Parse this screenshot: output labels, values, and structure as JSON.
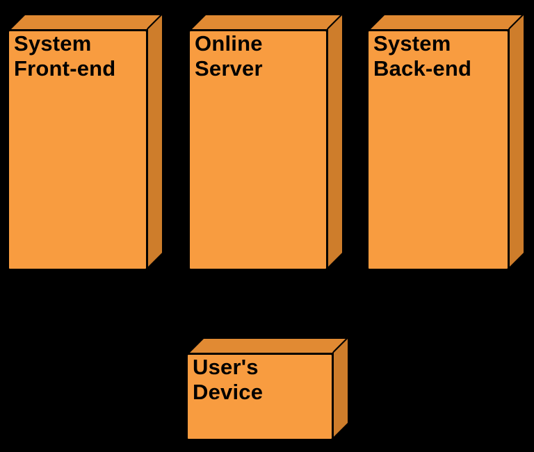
{
  "diagram": {
    "type": "deployment-diagram",
    "background_color": "#000000",
    "node_style": {
      "front_fill": "#F89C40",
      "top_fill": "#E18A33",
      "side_fill": "#CE7D2B",
      "stroke_color": "#000000",
      "label_color": "#000000"
    },
    "nodes": [
      {
        "id": "system-front-end",
        "label": "System\nFront-end"
      },
      {
        "id": "online-server",
        "label": "Online\nServer"
      },
      {
        "id": "system-back-end",
        "label": "System\nBack-end"
      },
      {
        "id": "users-device",
        "label": "User's\nDevice"
      }
    ],
    "connectors": []
  }
}
